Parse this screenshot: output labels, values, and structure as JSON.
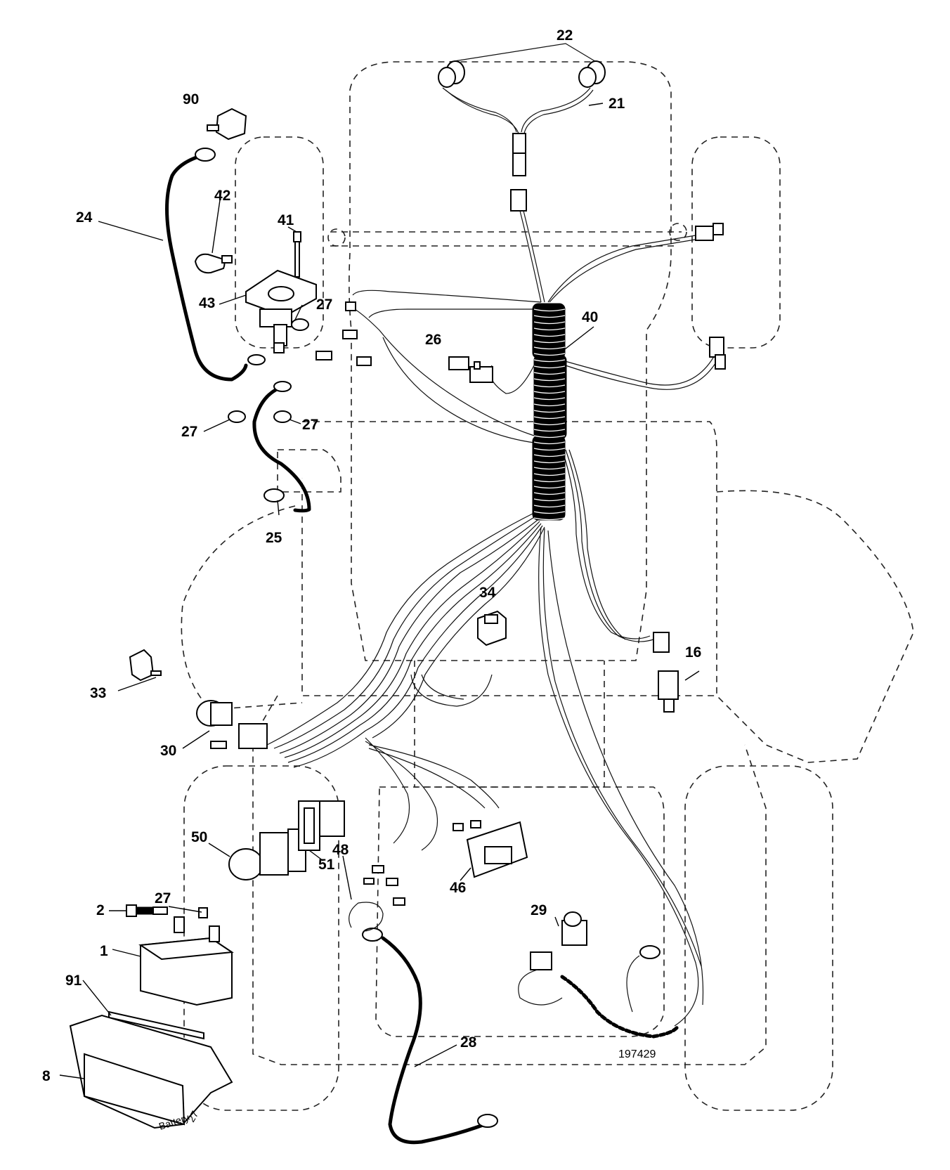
{
  "callouts": {
    "c22": "22",
    "c21": "21",
    "c90": "90",
    "c42": "42",
    "c41": "41",
    "c24": "24",
    "c43": "43",
    "c27a": "27",
    "c40": "40",
    "c26": "26",
    "c27b": "27",
    "c27c": "27",
    "c25": "25",
    "c34": "34",
    "c16": "16",
    "c33": "33",
    "c30": "30",
    "c50": "50",
    "c51": "51",
    "c48": "48",
    "c46": "46",
    "c2": "2",
    "c27d": "27",
    "c1": "1",
    "c29": "29",
    "c91": "91",
    "c28": "28",
    "c8": "8"
  },
  "drawing_number": "197429",
  "battery_label": "Battery",
  "battery_label_num": "27"
}
